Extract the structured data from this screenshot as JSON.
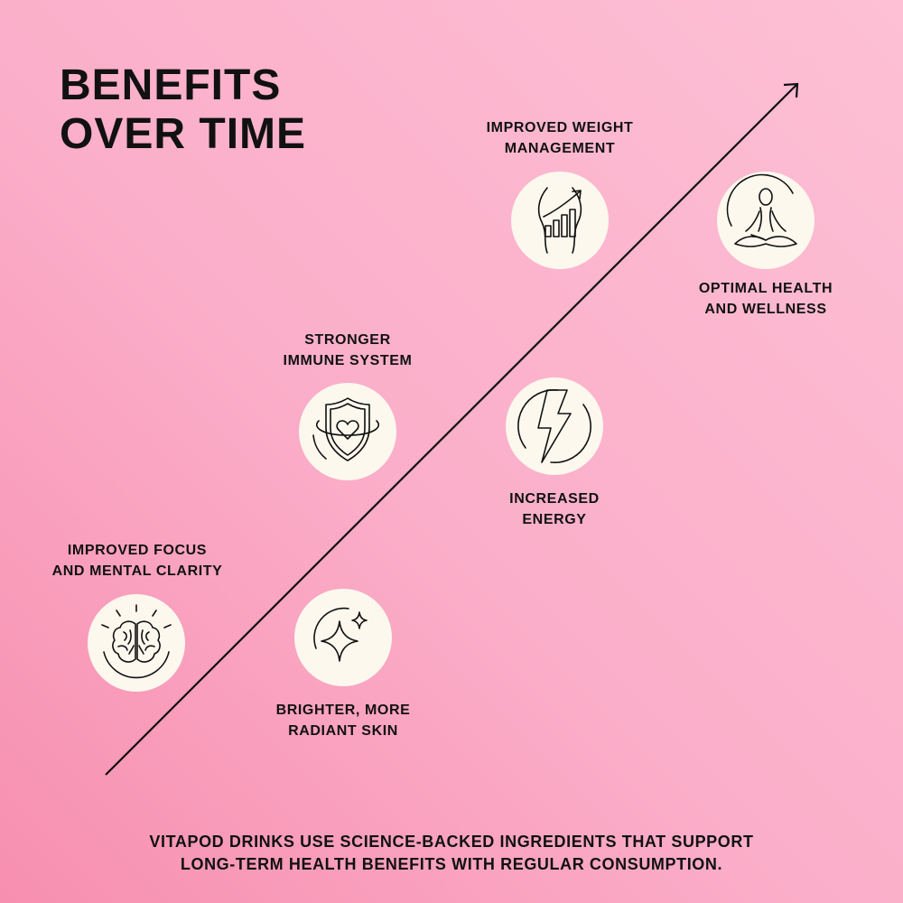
{
  "title": {
    "line1": "BENEFITS",
    "line2": "OVER TIME"
  },
  "benefits": [
    {
      "line1": "IMPROVED FOCUS",
      "line2": "AND  MENTAL CLARITY",
      "icon": "brain-icon"
    },
    {
      "line1": "BRIGHTER, MORE",
      "line2": "RADIANT SKIN",
      "icon": "sparkle-icon"
    },
    {
      "line1": "STRONGER",
      "line2": "IMMUNE SYSTEM",
      "icon": "shield-heart-icon"
    },
    {
      "line1": "INCREASED",
      "line2": "ENERGY",
      "icon": "lightning-bolt-icon"
    },
    {
      "line1": "IMPROVED WEIGHT",
      "line2": "MANAGEMENT",
      "icon": "growth-chart-icon"
    },
    {
      "line1": "OPTIMAL HEALTH",
      "line2": "AND WELLNESS",
      "icon": "meditation-icon"
    }
  ],
  "footer": {
    "line1": "VITAPOD DRINKS USE SCIENCE-BACKED INGREDIENTS THAT SUPPORT",
    "line2": "LONG-TERM HEALTH BENEFITS WITH REGULAR CONSUMPTION."
  },
  "colors": {
    "background_start": "#f78fb0",
    "background_end": "#fdc0d5",
    "badge": "#fcf8ee",
    "ink": "#111111"
  }
}
